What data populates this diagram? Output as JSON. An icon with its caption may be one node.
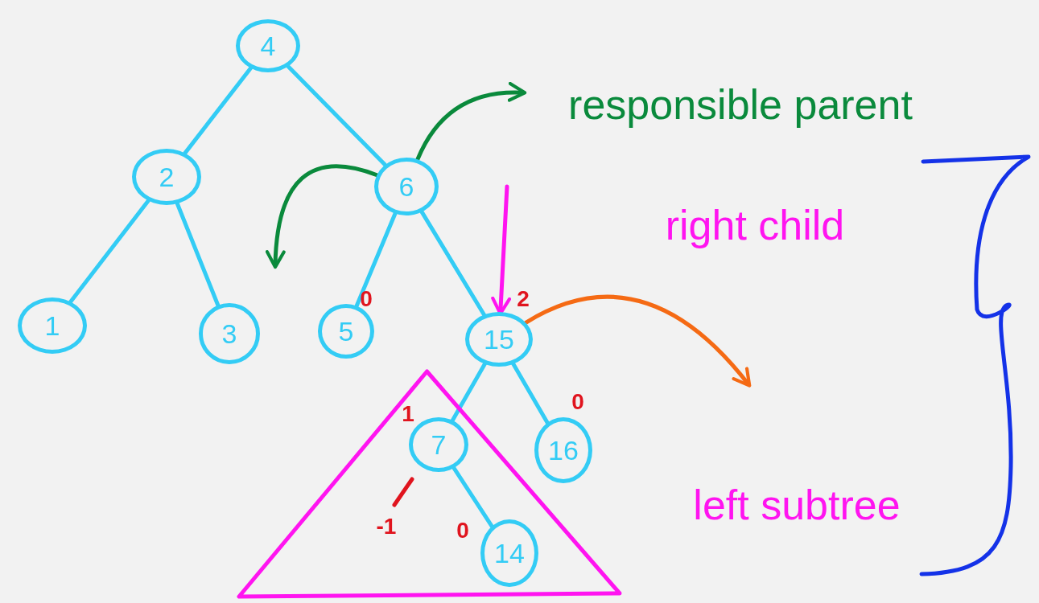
{
  "diagram": {
    "nodes": [
      {
        "text": [
          "4"
        ]
      },
      {
        "text": [
          "2"
        ]
      },
      {
        "text": [
          "6"
        ]
      },
      {
        "text": [
          "1"
        ]
      },
      {
        "text": [
          "3"
        ]
      },
      {
        "text": [
          "5"
        ],
        "beside": [
          "0"
        ]
      },
      {
        "text": [
          "15"
        ],
        "beside": [
          "2"
        ]
      },
      {
        "text": [],
        "shape": "triangle"
      },
      {
        "text": [
          "7"
        ],
        "in": 7,
        "beside": [
          "1"
        ]
      },
      {
        "text": [
          "14"
        ],
        "in": 7,
        "beside": [
          "0"
        ]
      },
      {
        "text": [
          "16"
        ],
        "beside": [
          "0"
        ]
      },
      {
        "text": [
          "responsible parent"
        ]
      },
      {
        "text": [
          "right child"
        ]
      },
      {
        "text": [
          "left subtree"
        ]
      }
    ],
    "edges": [
      {
        "from": 0,
        "to": 1,
        "arrow": "none"
      },
      {
        "from": 0,
        "to": 2,
        "arrow": "none"
      },
      {
        "from": 1,
        "to": 3,
        "arrow": "none"
      },
      {
        "from": 1,
        "to": 4,
        "arrow": "none"
      },
      {
        "from": 2,
        "to": 5,
        "arrow": "none"
      },
      {
        "from": 2,
        "to": 6,
        "arrow": "none"
      },
      {
        "from": 6,
        "to": 8,
        "arrow": "none"
      },
      {
        "from": 6,
        "to": 10,
        "arrow": "none"
      },
      {
        "from": 8,
        "to": 9,
        "arrow": "none"
      },
      {
        "from": 2,
        "to": 11,
        "arrow": "to",
        "color": "#0a8a3c"
      },
      {
        "from": 2,
        "to": null,
        "arrow": "to",
        "color": "#0a8a3c"
      },
      {
        "from": null,
        "to": 6,
        "arrow": "to",
        "color": "#ff14f0"
      },
      {
        "from": 6,
        "to": null,
        "arrow": "to",
        "color": "#f56a14"
      }
    ],
    "labels": [
      "-1"
    ]
  }
}
